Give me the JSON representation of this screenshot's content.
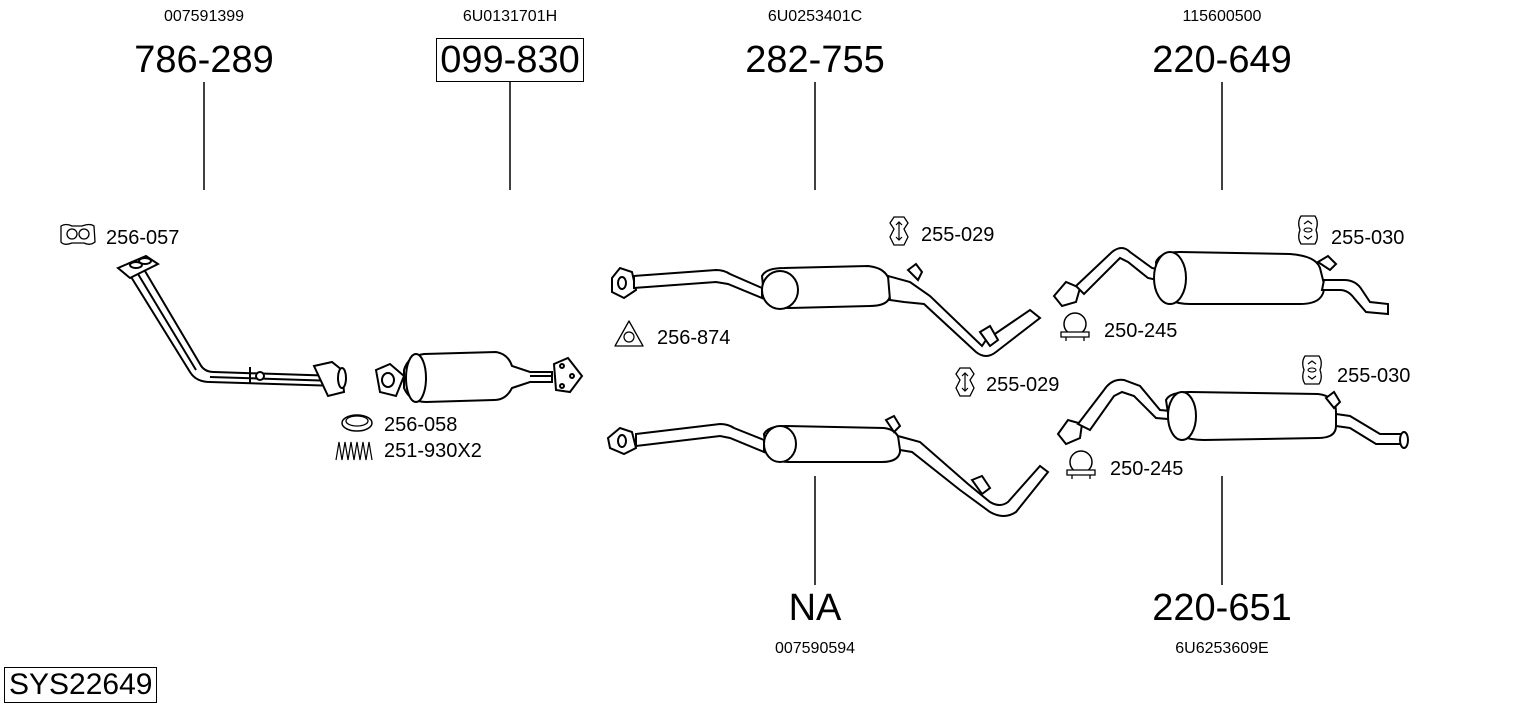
{
  "system": {
    "id": "SYS22649"
  },
  "parts_top": [
    {
      "part_number": "786-289",
      "oem": "007591399",
      "boxed": false
    },
    {
      "part_number": "099-830",
      "oem": "6U0131701H",
      "boxed": true
    },
    {
      "part_number": "282-755",
      "oem": "6U0253401C",
      "boxed": false
    },
    {
      "part_number": "220-649",
      "oem": "115600500",
      "boxed": false
    }
  ],
  "parts_bottom": [
    {
      "part_number": "NA",
      "oem": "007590594"
    },
    {
      "part_number": "220-651",
      "oem": "6U6253609E"
    }
  ],
  "accessories": [
    {
      "label": "256-057",
      "icon": "gasket-icon"
    },
    {
      "label": "256-058",
      "icon": "seal-ring-icon"
    },
    {
      "label": "251-930X2",
      "icon": "spring-icon"
    },
    {
      "label": "256-874",
      "icon": "triangle-gasket-icon"
    },
    {
      "label": "255-029",
      "icon": "rubber-hanger-icon"
    },
    {
      "label": "255-029",
      "icon": "rubber-hanger-icon"
    },
    {
      "label": "250-245",
      "icon": "clamp-icon"
    },
    {
      "label": "255-030",
      "icon": "rubber-mount-icon"
    },
    {
      "label": "250-245",
      "icon": "clamp-icon"
    },
    {
      "label": "255-030",
      "icon": "rubber-mount-icon"
    }
  ]
}
